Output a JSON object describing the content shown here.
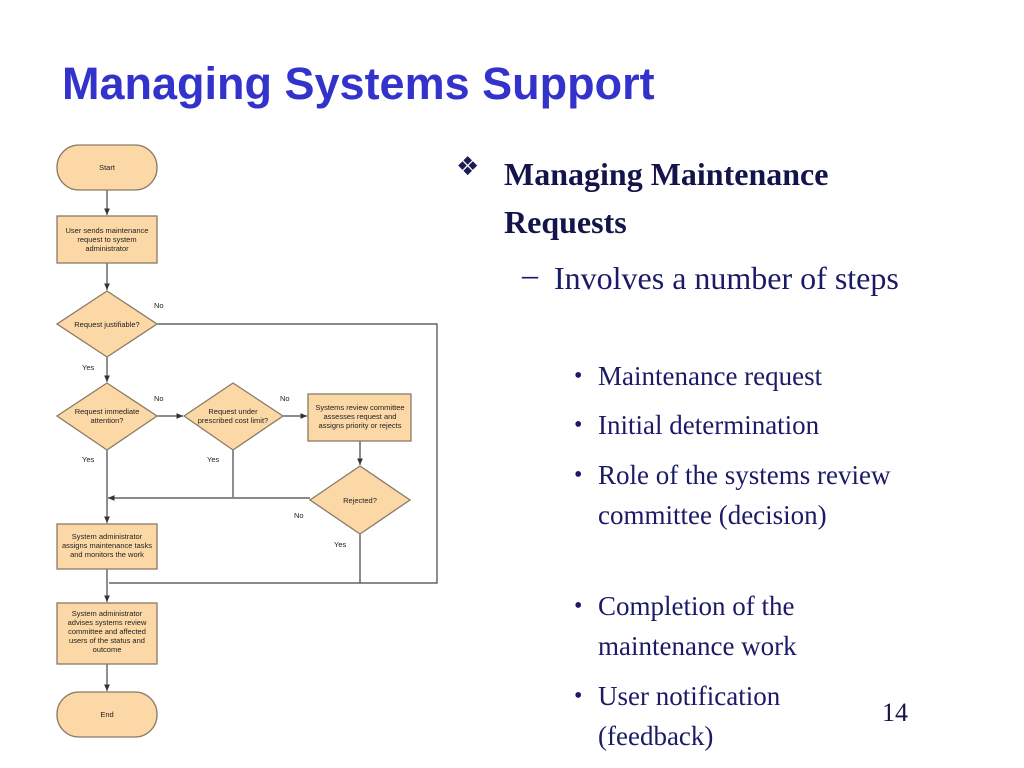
{
  "slide": {
    "title": "Managing Systems Support",
    "page_number": "14"
  },
  "bullets": {
    "heading": "Managing Maintenance Requests",
    "sub": "Involves a number of steps",
    "steps": [
      "Maintenance request",
      "Initial determination",
      "Role of the systems review committee (decision)",
      "Completion of the maintenance work",
      "User notification (feedback)"
    ]
  },
  "flowchart": {
    "start": "Start",
    "user_sends": [
      "User sends maintenance",
      "request to system",
      "administrator"
    ],
    "justifiable": "Request justifiable?",
    "immediate": [
      "Request immediate",
      "attention?"
    ],
    "under_cost": [
      "Request under",
      "prescribed cost limit?"
    ],
    "committee": [
      "Systems review committee",
      "assesses request and",
      "assigns priority or rejects"
    ],
    "rejected": "Rejected?",
    "assigns": [
      "System administrator",
      "assigns maintenance tasks",
      "and monitors the work"
    ],
    "advises": [
      "System administrator",
      "advises systems review",
      "committee and affected",
      "users of the status and",
      "outcome"
    ],
    "end": "End",
    "labels": {
      "yes": "Yes",
      "no": "No"
    }
  },
  "colors": {
    "title": "#3333cc",
    "node_fill": "#fbd8a6",
    "node_stroke": "#8a7a66",
    "text_dark": "#14144a"
  }
}
